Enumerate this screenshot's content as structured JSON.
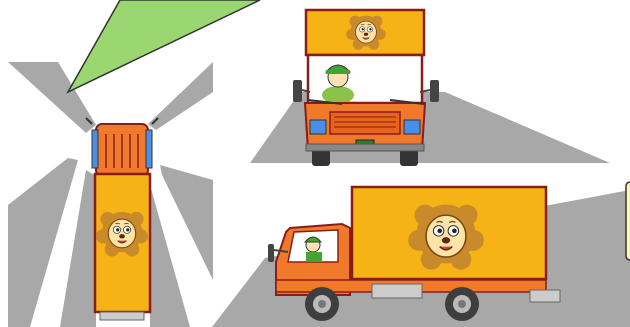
{
  "illustration": {
    "subject": "truck",
    "panels": [
      "top-view",
      "front-view",
      "side-view"
    ],
    "mascot_icon": "lion-face-icon",
    "driver_icon": "driver-icon"
  },
  "colors": {
    "truck_cargo": "#F5B316",
    "truck_cargo_outline": "#8A1C1C",
    "truck_cab": "#F07A2A",
    "blind_spot_gray": "#A8A8A8",
    "sight_cone_green": "#9BD770",
    "wheel_dark": "#444444",
    "lion_mane": "#C98A2B",
    "driver_cap": "#3FA535"
  }
}
